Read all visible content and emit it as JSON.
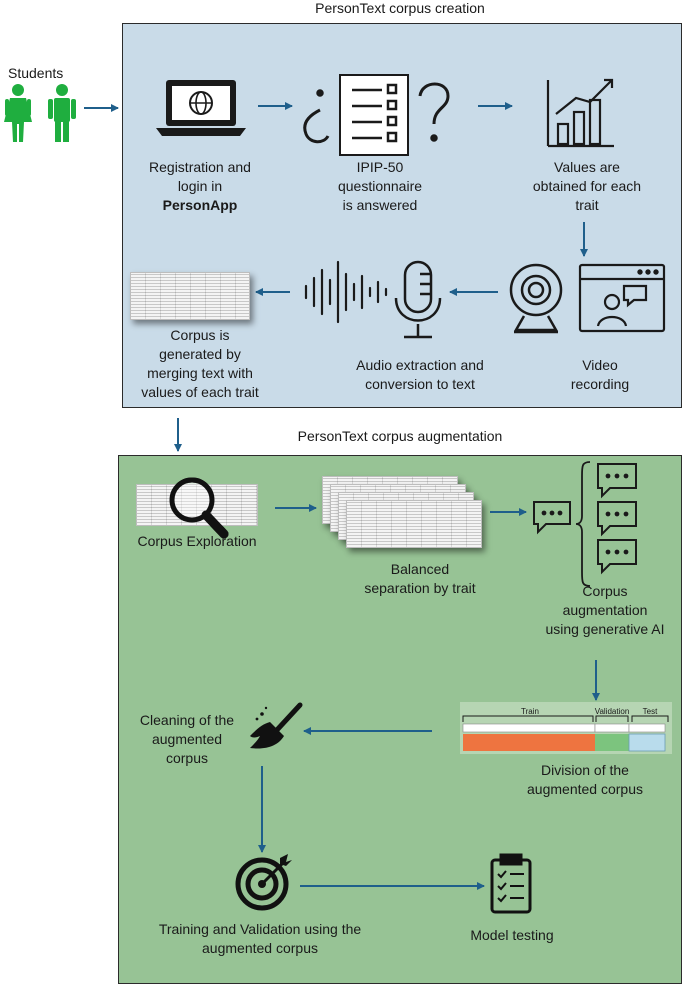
{
  "titles": {
    "creation": "PersonText corpus creation",
    "augmentation": "PersonText corpus augmentation"
  },
  "students": {
    "label": "Students"
  },
  "steps": {
    "registration": {
      "line1": "Registration and",
      "line2": "login in",
      "line3": "PersonApp"
    },
    "ipip": {
      "line1": "IPIP-50",
      "line2": "questionnaire",
      "line3": "is answered"
    },
    "values": {
      "line1": "Values are",
      "line2": "obtained for each",
      "line3": "trait"
    },
    "video": {
      "line1": "Video",
      "line2": "recording"
    },
    "audio": {
      "line1": "Audio extraction and",
      "line2": "conversion to text"
    },
    "corpus": {
      "line1": "Corpus is",
      "line2": "generated by",
      "line3": "merging text with",
      "line4": "values of each trait"
    },
    "exploration": {
      "line1": "Corpus Exploration"
    },
    "balanced": {
      "line1": "Balanced",
      "line2": "separation by trait"
    },
    "augment": {
      "line1": "Corpus",
      "line2": "augmentation",
      "line3": "using generative AI"
    },
    "division": {
      "line1": "Division of the",
      "line2": "augmented corpus",
      "train": "Train",
      "validation": "Validation",
      "test": "Test"
    },
    "cleaning": {
      "line1": "Cleaning of the",
      "line2": "augmented",
      "line3": "corpus"
    },
    "training": {
      "line1": "Training and Validation using the",
      "line2": "augmented corpus"
    },
    "testing": {
      "line1": "Model testing"
    }
  },
  "colors": {
    "top_panel": "#c9dbe8",
    "bottom_panel": "#97c395",
    "arrow": "#1f5f8b",
    "student": "#1fae3f",
    "train": "#ee7440",
    "validation": "#7cc47e",
    "test": "#b9dcec"
  },
  "icons": [
    "person-icon",
    "laptop-globe-icon",
    "questionnaire-icon",
    "bar-chart-icon",
    "webcam-icon",
    "video-call-icon",
    "microphone-icon",
    "sound-wave-icon",
    "spreadsheet-thumbnail",
    "magnifier-icon",
    "chat-bubble-icon",
    "broom-icon",
    "target-icon",
    "clipboard-checklist-icon"
  ]
}
